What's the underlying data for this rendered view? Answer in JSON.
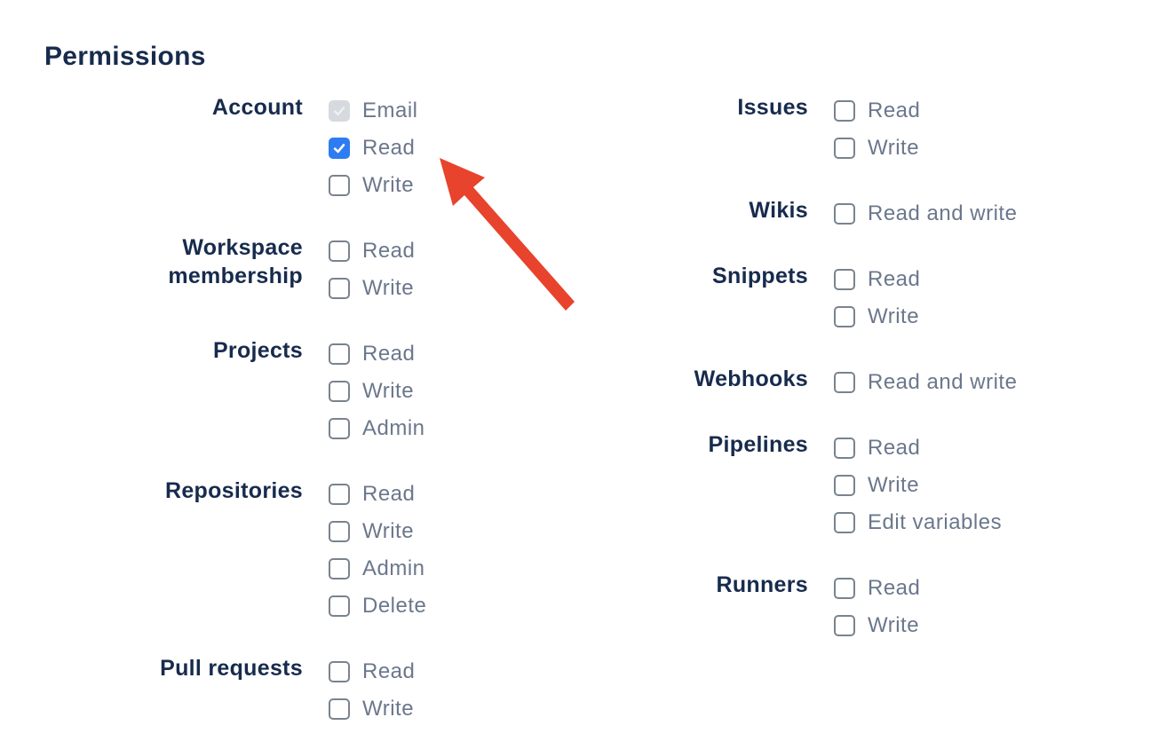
{
  "heading": "Permissions",
  "permissions": {
    "columns": [
      {
        "groups": [
          {
            "label": "Account",
            "options": [
              {
                "label": "Email",
                "state": "checked-disabled"
              },
              {
                "label": "Read",
                "state": "checked"
              },
              {
                "label": "Write",
                "state": "unchecked"
              }
            ]
          },
          {
            "label": "Workspace membership",
            "options": [
              {
                "label": "Read",
                "state": "unchecked"
              },
              {
                "label": "Write",
                "state": "unchecked"
              }
            ]
          },
          {
            "label": "Projects",
            "options": [
              {
                "label": "Read",
                "state": "unchecked"
              },
              {
                "label": "Write",
                "state": "unchecked"
              },
              {
                "label": "Admin",
                "state": "unchecked"
              }
            ]
          },
          {
            "label": "Repositories",
            "options": [
              {
                "label": "Read",
                "state": "unchecked"
              },
              {
                "label": "Write",
                "state": "unchecked"
              },
              {
                "label": "Admin",
                "state": "unchecked"
              },
              {
                "label": "Delete",
                "state": "unchecked"
              }
            ]
          },
          {
            "label": "Pull requests",
            "options": [
              {
                "label": "Read",
                "state": "unchecked"
              },
              {
                "label": "Write",
                "state": "unchecked"
              }
            ]
          }
        ]
      },
      {
        "groups": [
          {
            "label": "Issues",
            "options": [
              {
                "label": "Read",
                "state": "unchecked"
              },
              {
                "label": "Write",
                "state": "unchecked"
              }
            ]
          },
          {
            "label": "Wikis",
            "options": [
              {
                "label": "Read and write",
                "state": "unchecked"
              }
            ]
          },
          {
            "label": "Snippets",
            "options": [
              {
                "label": "Read",
                "state": "unchecked"
              },
              {
                "label": "Write",
                "state": "unchecked"
              }
            ]
          },
          {
            "label": "Webhooks",
            "options": [
              {
                "label": "Read and write",
                "state": "unchecked"
              }
            ]
          },
          {
            "label": "Pipelines",
            "options": [
              {
                "label": "Read",
                "state": "unchecked"
              },
              {
                "label": "Write",
                "state": "unchecked"
              },
              {
                "label": "Edit variables",
                "state": "unchecked"
              }
            ]
          },
          {
            "label": "Runners",
            "options": [
              {
                "label": "Read",
                "state": "unchecked"
              },
              {
                "label": "Write",
                "state": "unchecked"
              }
            ]
          }
        ]
      }
    ]
  },
  "annotation": {
    "arrow_color": "#e8432c"
  },
  "colors": {
    "heading_text": "#172b4d",
    "group_label_text": "#172b4d",
    "option_label_text": "#6b778c",
    "checkbox_checked_fill": "#2e7cf2",
    "checkbox_border": "#79838f",
    "checkbox_disabled_fill": "#d6d9de",
    "arrow_red": "#e8432c"
  }
}
